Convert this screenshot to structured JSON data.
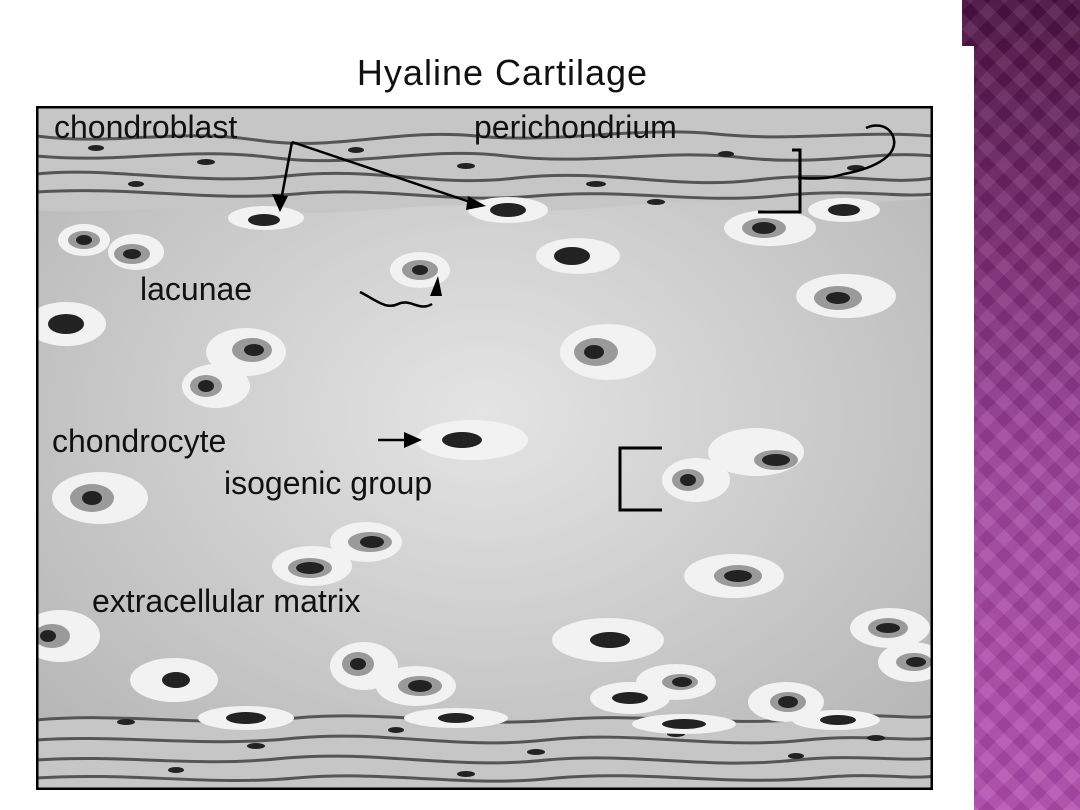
{
  "title": "Hyaline Cartilage",
  "labels": {
    "chondroblast": "chondroblast",
    "perichondrium": "perichondrium",
    "lacunae": "lacunae",
    "chondrocyte": "chondrocyte",
    "isogenic_group": "isogenic group",
    "extracellular_matrix": "extracellular matrix"
  },
  "colors": {
    "matrix_light": "#dcdcdc",
    "matrix_dark": "#b4b4b4",
    "fiber": "#555555",
    "lacuna": "#f2f2f2",
    "nucleus": "#1e1e1e",
    "cytoplasm": "#9a9a9a",
    "sidebar_accent": "#a244a0"
  }
}
